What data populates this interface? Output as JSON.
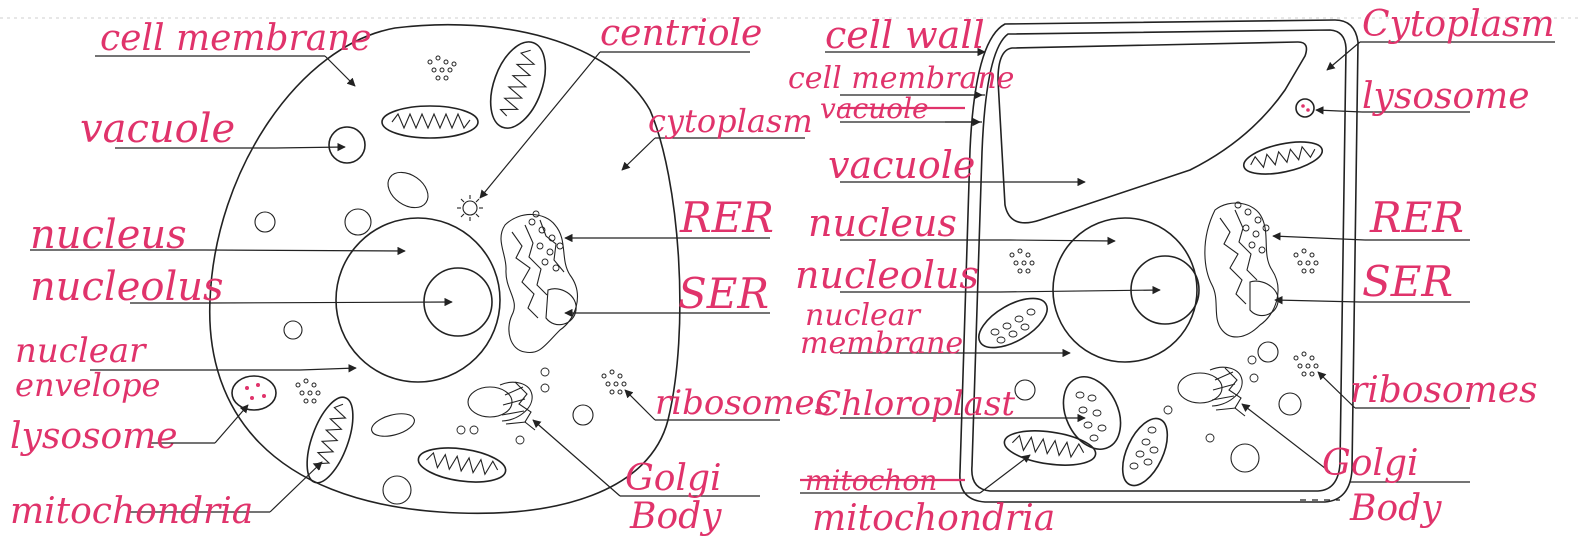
{
  "colors": {
    "ink": "#222222",
    "label": "#e0336b"
  },
  "animal_cell": {
    "labels": {
      "cell_membrane": "cell membrane",
      "centriole": "centriole",
      "vacuole": "vacuole",
      "cytoplasm": "cytoplasm",
      "nucleus": "nucleus",
      "rer": "RER",
      "nucleolus": "nucleolus",
      "ser": "SER",
      "nuclear_envelope_1": "nuclear",
      "nuclear_envelope_2": "envelope",
      "ribosomes": "ribosomes",
      "lysosome": "lysosome",
      "golgi_1": "Golgi",
      "golgi_2": "Body",
      "mitochondria": "mitochondria"
    }
  },
  "plant_cell": {
    "labels": {
      "cell_wall": "cell wall",
      "cytoplasm": "Cytoplasm",
      "cell_membrane": "cell membrane",
      "vacuole_crossed": "vacuole",
      "lysosome": "lysosome",
      "vacuole": "vacuole",
      "nucleus": "nucleus",
      "rer": "RER",
      "nucleolus": "nucleolus",
      "ser": "SER",
      "nuclear_membrane_1": "nuclear",
      "nuclear_membrane_2": "membrane",
      "chloroplast": "Chloroplast",
      "ribosomes": "ribosomes",
      "mitochondria_crossed": "mitochon",
      "mitochondria": "mitochondria",
      "golgi_1": "Golgi",
      "golgi_2": "Body"
    }
  }
}
